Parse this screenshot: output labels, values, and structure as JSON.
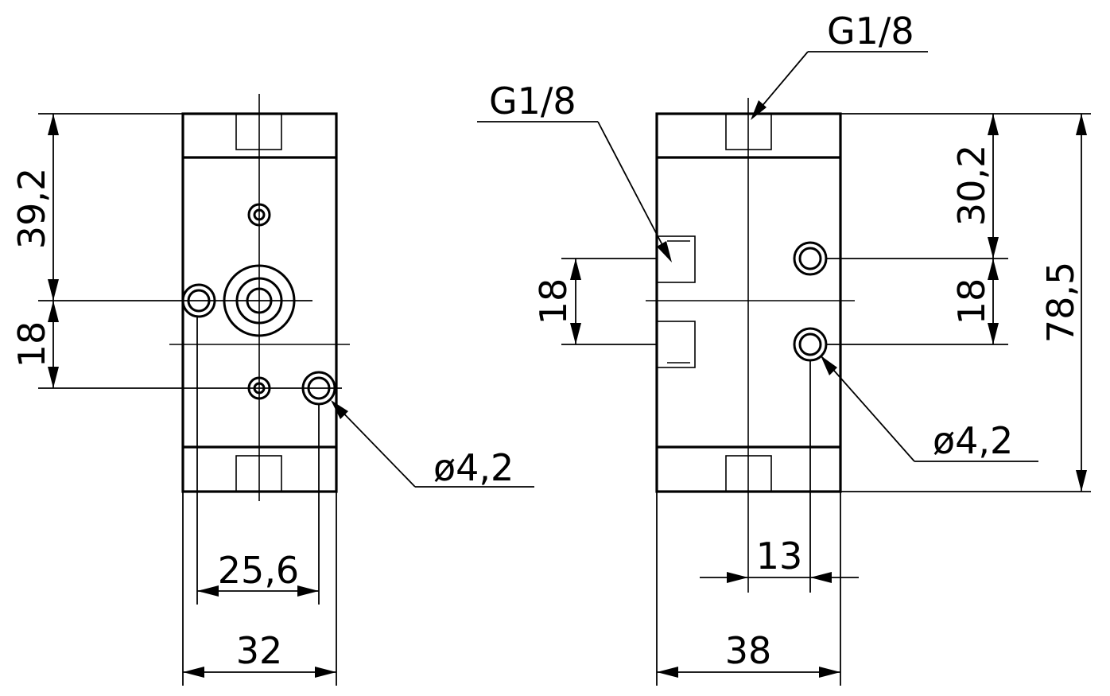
{
  "left_view": {
    "dim_top_vertical": "39,2",
    "dim_mid_vertical": "18",
    "dim_hole_spacing": "25,6",
    "dim_width": "32",
    "hole_diameter": "ø4,2"
  },
  "right_view": {
    "port_top_label": "G1/8",
    "port_side_label": "G1/8",
    "dim_port_spacing": "18",
    "dim_top_to_hole": "30,2",
    "dim_hole_spacing": "18",
    "dim_total_height": "78,5",
    "dim_offset": "13",
    "dim_width": "38",
    "hole_diameter": "ø4,2"
  }
}
